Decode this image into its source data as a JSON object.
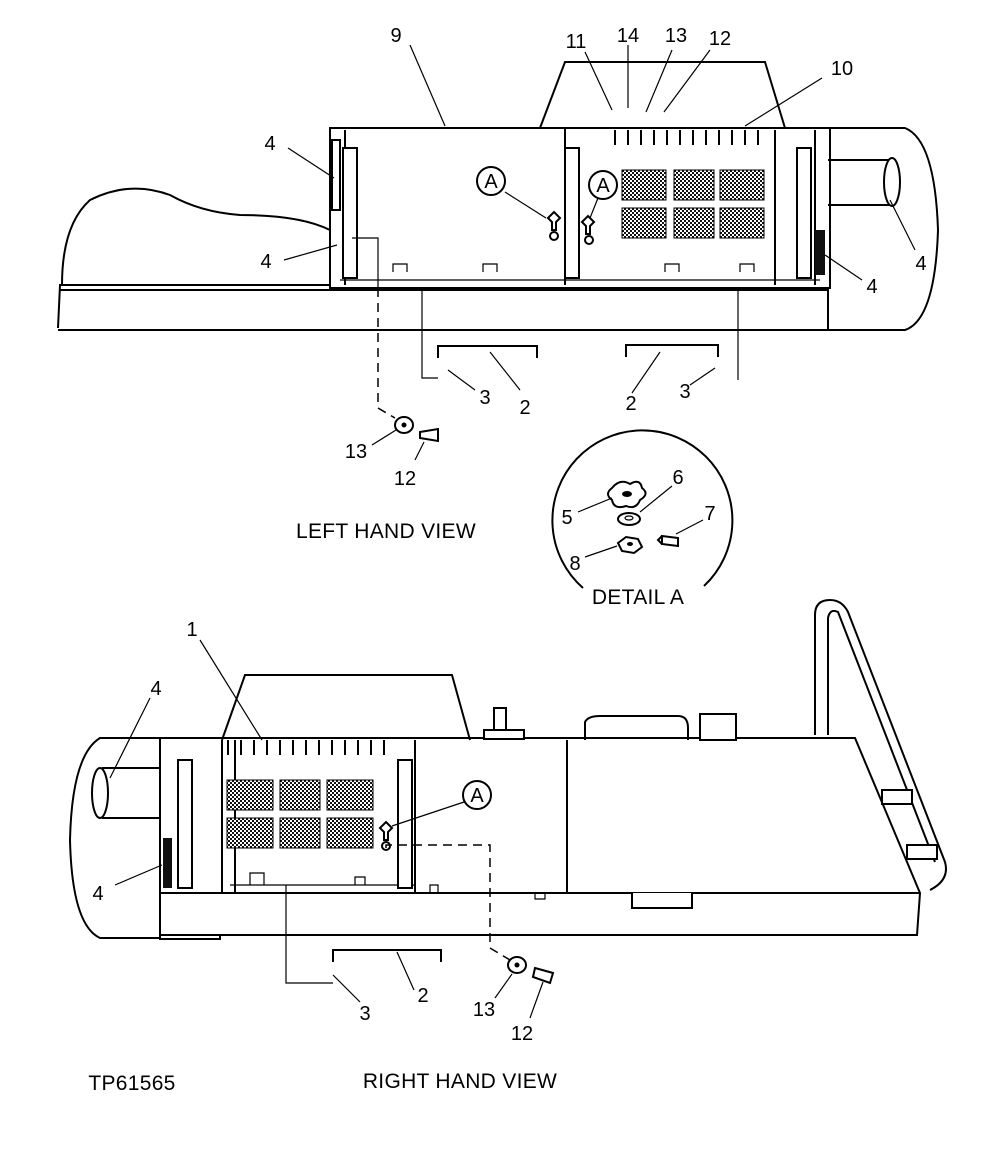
{
  "figure_id": "TP61565",
  "views": {
    "left": {
      "caption": "LEFT HAND VIEW"
    },
    "right": {
      "caption": "RIGHT HAND VIEW"
    },
    "detail": {
      "caption": "DETAIL A",
      "marker": "A"
    }
  },
  "callouts": {
    "left": [
      "9",
      "11",
      "14",
      "13",
      "12",
      "10",
      "4",
      "4",
      "4",
      "4",
      "3",
      "2",
      "2",
      "3",
      "13",
      "12"
    ],
    "detail": [
      "5",
      "6",
      "7",
      "8"
    ],
    "right": [
      "1",
      "4",
      "4",
      "2",
      "3",
      "13",
      "12"
    ]
  },
  "detail_markers": [
    "A",
    "A",
    "A"
  ]
}
